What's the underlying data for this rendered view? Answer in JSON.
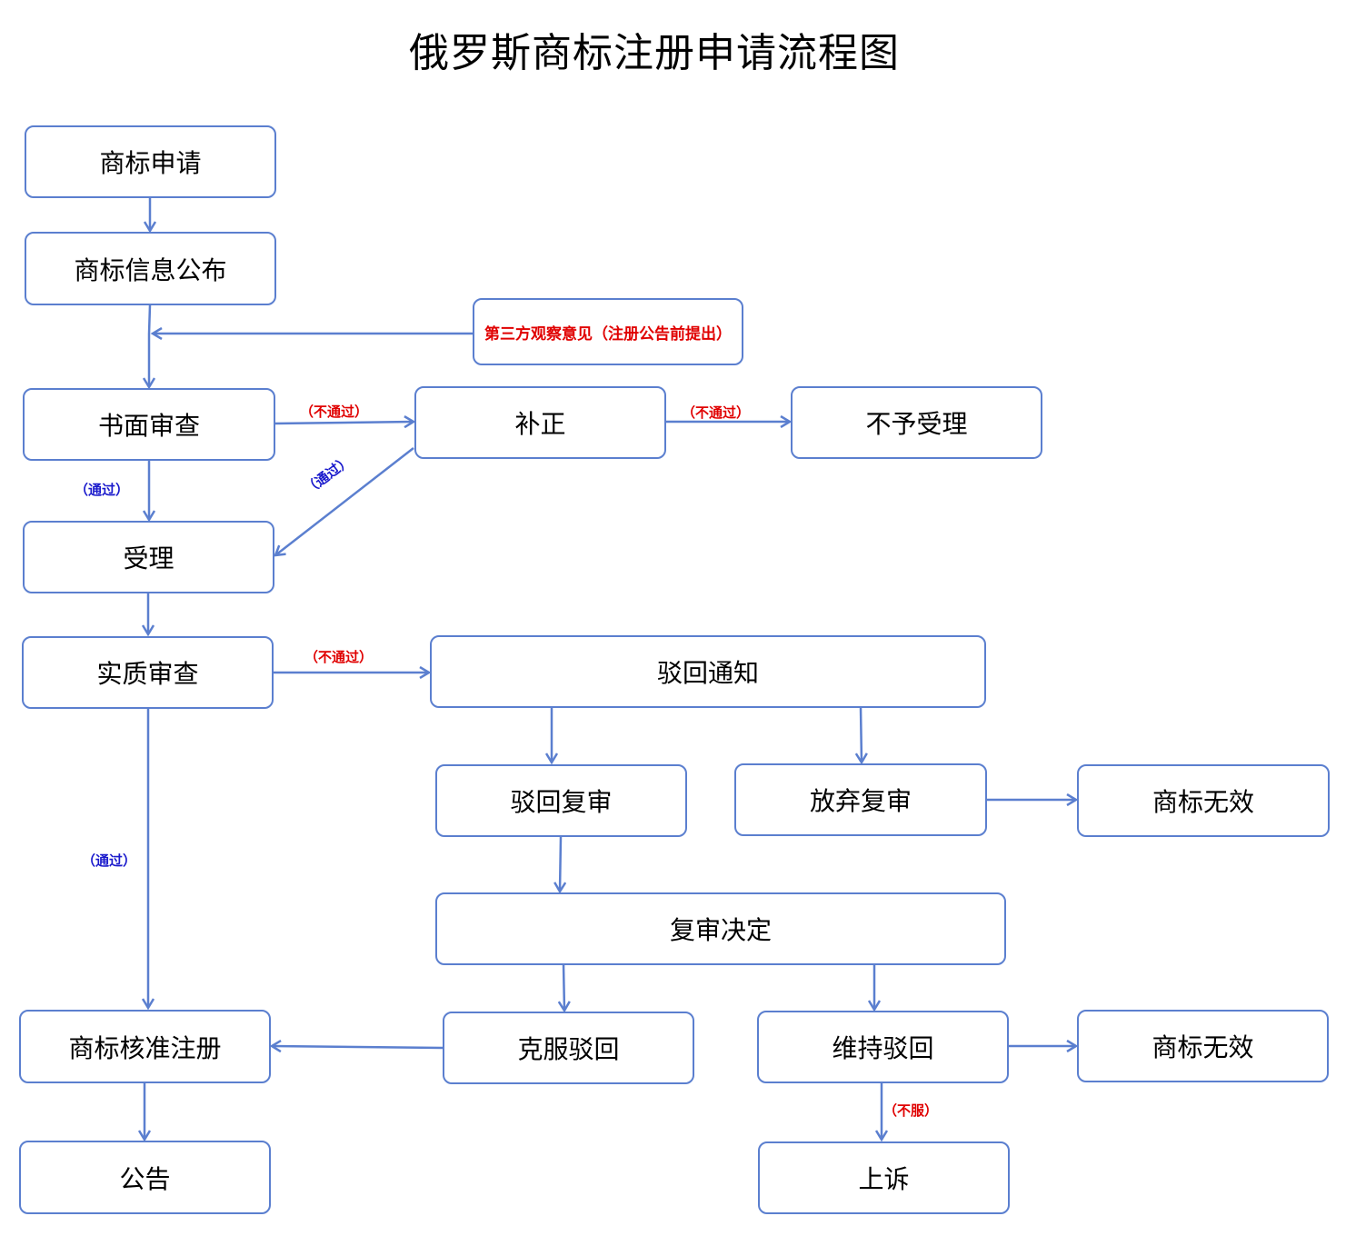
{
  "title": "俄罗斯商标注册申请流程图",
  "colors": {
    "border": "#5b7fcf",
    "arrow": "#5b7fcf",
    "fail_label": "#e00000",
    "pass_label": "#1a1acc"
  },
  "nodes": {
    "application": "商标申请",
    "info_publication": "商标信息公布",
    "third_party_opinion": "第三方观察意见（注册公告前提出）",
    "formal_exam": "书面审查",
    "correction": "补正",
    "not_accepted": "不予受理",
    "acceptance": "受理",
    "substantive_exam": "实质审查",
    "rejection_notice": "驳回通知",
    "rejection_review": "驳回复审",
    "abandon_review": "放弃复审",
    "invalid_1": "商标无效",
    "review_decision": "复审决定",
    "approved_registration": "商标核准注册",
    "overcome_rejection": "克服驳回",
    "maintain_rejection": "维持驳回",
    "invalid_2": "商标无效",
    "announcement": "公告",
    "appeal": "上诉"
  },
  "edge_labels": {
    "fail_formal_to_correction": "（不通过）",
    "fail_correction_to_reject": "（不通过）",
    "pass_formal": "（通过）",
    "pass_correction": "（通过）",
    "fail_substantive": "（不通过）",
    "pass_substantive": "（通过）",
    "dispute": "（不服）"
  }
}
